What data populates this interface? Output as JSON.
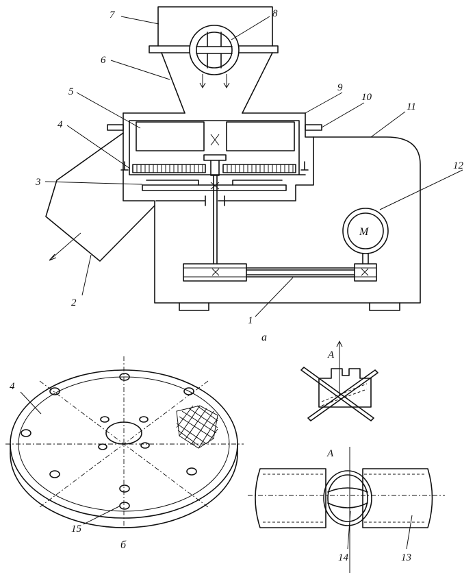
{
  "labels": {
    "n1": "1",
    "n2": "2",
    "n3": "3",
    "n4": "4",
    "n5": "5",
    "n6": "6",
    "n7": "7",
    "n8": "8",
    "n9": "9",
    "n10": "10",
    "n11": "11",
    "n12": "12",
    "n4b": "4",
    "n13": "13",
    "n14": "14",
    "n15": "15",
    "motor": "M",
    "view_a": "A",
    "view_a2": "A"
  },
  "captions": {
    "a": "а",
    "b": "б"
  }
}
